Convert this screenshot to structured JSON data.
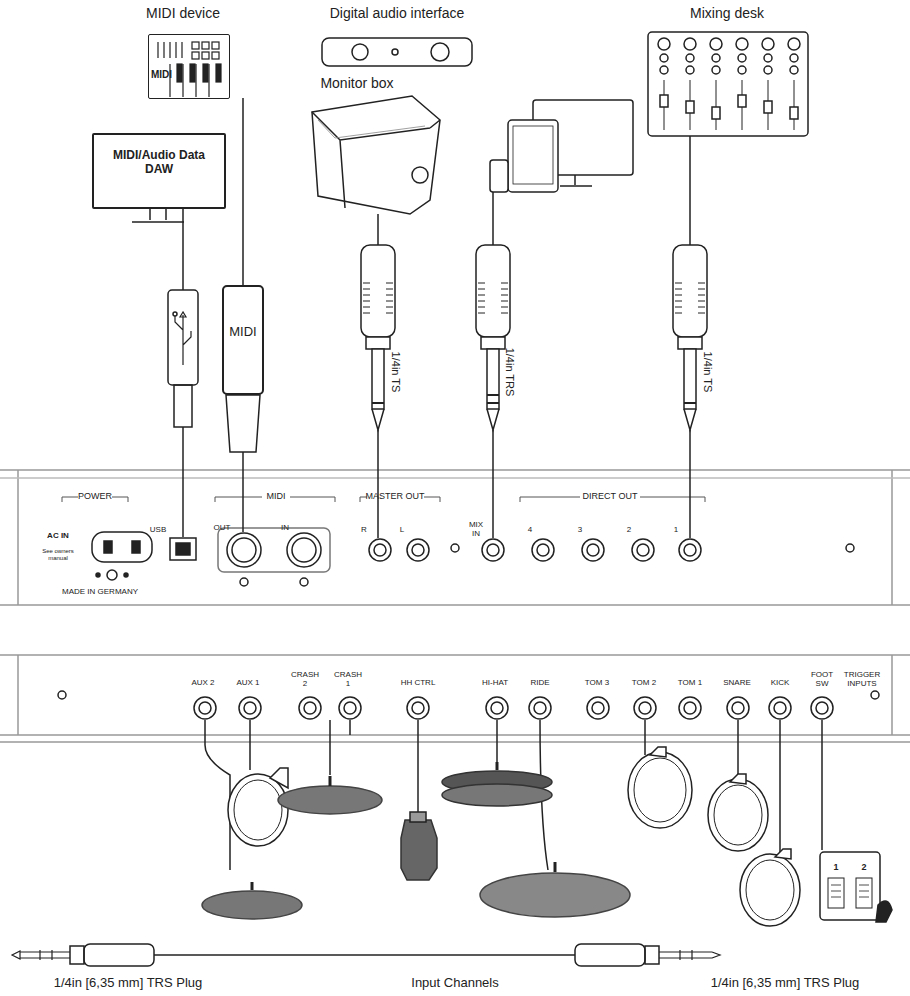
{
  "diagram": {
    "nodes": [
      {
        "text": [
          "MIDI/Audio Data DAW"
        ]
      },
      {
        "text": [
          "MIDI"
        ]
      },
      {
        "text": [
          "MIDI"
        ]
      }
    ],
    "labels": [
      "MIDI device",
      "Digital audio interface",
      "Monitor box",
      "Mixing desk",
      "1/4in TS",
      "1/4in TRS",
      "1/4in TS",
      "POWER",
      "MIDI",
      "MASTER OUT",
      "DIRECT OUT",
      "AC IN",
      "See owners manual",
      "USB",
      "OUT",
      "IN",
      "MADE IN GERMANY",
      "R",
      "L",
      "MIX IN",
      "4",
      "3",
      "2",
      "1",
      "AUX 2",
      "AUX 1",
      "CRASH 2",
      "CRASH 1",
      "HH CTRL",
      "HI-HAT",
      "RIDE",
      "TOM 3",
      "TOM 2",
      "TOM 1",
      "SNARE",
      "KICK",
      "FOOT SW",
      "TRIGGER INPUTS",
      "1",
      "2",
      "1/4in [6,35 mm] TRS Plug",
      "Input Channels",
      "1/4in [6,35 mm] TRS Plug"
    ]
  }
}
